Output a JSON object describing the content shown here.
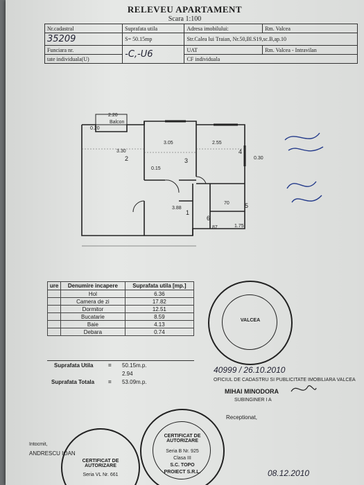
{
  "title": "RELEVEU APARTAMENT",
  "scale": "Scara 1:100",
  "header": {
    "nr_cadastral_label": "Nr.cadastral",
    "nr_cadastral_value": "35209",
    "suprafata_utila_label": "Suprafata utila",
    "suprafata_value": "S= 50.15mp",
    "adresa_label": "Adresa imobilului:",
    "localitate": "Rm. Valcea",
    "adresa_value": "Str.Calea lui Traian, Nr.50,Bl.S19,sc.B,ap.10",
    "funciara_label": "Funciara nr.",
    "cf_handwritten": "-C,-U6",
    "uat_label": "UAT",
    "uat_value": "Rm. Valcea - Intravilan",
    "cf_left_label": "tate individuala(U)",
    "cf_label": "CF individuala"
  },
  "plan": {
    "balcon_label": "Balcon",
    "room1": "1",
    "room2": "2",
    "room3": "3",
    "room4": "4",
    "room5": "5",
    "room6": "6",
    "dim_330": "3.30",
    "dim_305": "3.05",
    "dim_255": "2.55",
    "dim_220": "2.20",
    "dim_388": "3.88",
    "dim_175": "1.75",
    "dim_070": "70",
    "dim_087": "87",
    "dim_020": "0.20",
    "dim_030": "0.30",
    "dim_015": "0.15"
  },
  "table": {
    "col_nr": "ure",
    "col_name": "Denumire incapere",
    "col_area": "Suprafata utila [mp.]",
    "rows": [
      {
        "name": "Hol",
        "area": "6.36"
      },
      {
        "name": "Camera de zi",
        "area": "17.82"
      },
      {
        "name": "Dormitor",
        "area": "12.51"
      },
      {
        "name": "Bucatarie",
        "area": "8.59"
      },
      {
        "name": "Baie",
        "area": "4.13"
      },
      {
        "name": "Debara",
        "area": "0.74"
      }
    ]
  },
  "totals": {
    "utila_label": "Suprafata Utila",
    "eq": "=",
    "utila_value": "50.15m.p.",
    "balcon_value": "2.94",
    "totala_label": "Suprafata Totala",
    "totala_value": "53.09m.p."
  },
  "stamp": {
    "city": "VALCEA",
    "certificat": "CERTIFICAT DE AUTORIZARE",
    "left_serie": "Seria VL Nr. 661",
    "right_serie": "Seria B Nr. 925",
    "right_class": "Clasa III",
    "right_company": "S.C. TOPO",
    "right_company2": "PROIECT S.R.L."
  },
  "registration": {
    "number": "40999 / 26.10.2010",
    "office": "OFICIUL DE CADASTRU SI PUBLICITATE IMOBILIARA VALCEA",
    "signer": "MIHAI MINODORA",
    "signer_title": "SUBINGINER I A",
    "receptionat": "Receptionat,",
    "date2": "08.12.2010"
  },
  "author": {
    "label": "Intocmit,",
    "name": "ANDRESCU IOAN"
  }
}
